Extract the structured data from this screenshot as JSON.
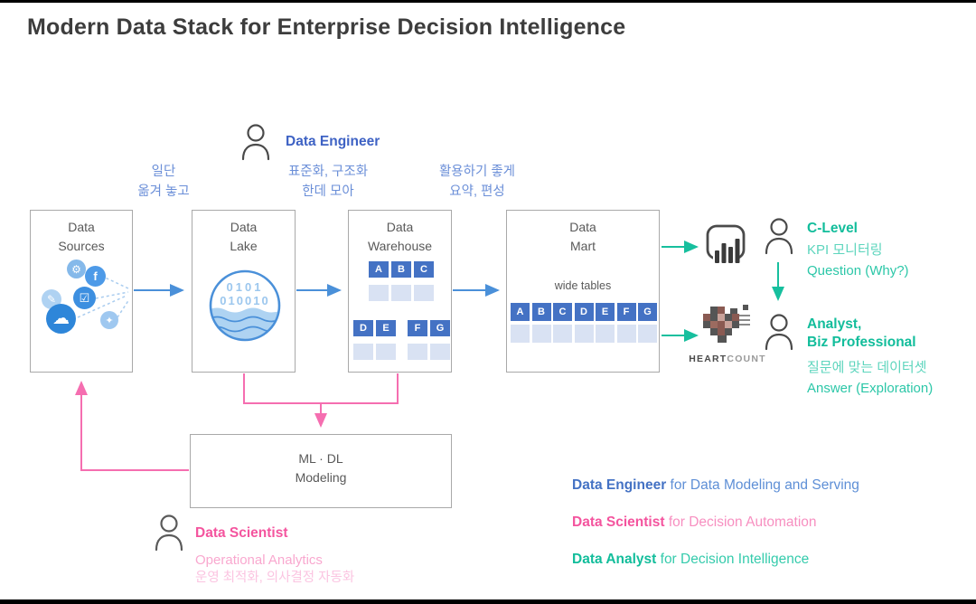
{
  "title": "Modern Data Stack for Enterprise Decision Intelligence",
  "colors": {
    "blue_accent": "#4472c4",
    "arrow_blue": "#4a90d9",
    "pink_accent": "#f4549e",
    "arrow_pink": "#f56eb0",
    "teal_accent": "#12bd9b",
    "arrow_teal": "#17bf9e",
    "header_cell": "#4472c4",
    "light_cell": "#d9e2f3",
    "box_border": "#a9a9a9"
  },
  "annotations": [
    {
      "line1": "일단",
      "line2": "옮겨 놓고"
    },
    {
      "line1": "표준화, 구조화",
      "line2": "한데 모아"
    },
    {
      "line1": "활용하기 좋게",
      "line2": "요약, 편성"
    }
  ],
  "boxes": {
    "data_sources": {
      "title1": "Data",
      "title2": "Sources"
    },
    "data_lake": {
      "title1": "Data",
      "title2": "Lake",
      "binary1": "0101",
      "binary2": "010010"
    },
    "data_warehouse": {
      "title1": "Data",
      "title2": "Warehouse",
      "t1": [
        "A",
        "B",
        "C"
      ],
      "t2": [
        "D",
        "E"
      ],
      "t3": [
        "F",
        "G"
      ]
    },
    "data_mart": {
      "title1": "Data",
      "title2": "Mart",
      "caption": "wide tables",
      "headers": [
        "A",
        "B",
        "C",
        "D",
        "E",
        "F",
        "G"
      ]
    },
    "ml_dl": {
      "title1": "ML · DL",
      "title2": "Modeling"
    }
  },
  "roles": {
    "data_engineer": {
      "label": "Data Engineer"
    },
    "c_level": {
      "label": "C-Level",
      "sub1": "KPI 모니터링",
      "sub2": "Question  (Why?)"
    },
    "analyst": {
      "label1": "Analyst,",
      "label2": "Biz Professional",
      "sub1": "질문에 맞는 데이터셋",
      "sub2": "Answer (Exploration)"
    },
    "data_scientist": {
      "label": "Data Scientist",
      "sub1": "Operational Analytics",
      "sub2": "운영 최적화, 의사결정 자동화"
    }
  },
  "tools": {
    "heartcount_part1": "HEART",
    "heartcount_part2": "COUNT"
  },
  "source_icon_glyphs": {
    "gear": "⚙",
    "facebook": "f",
    "checkbox": "☑",
    "pencil": "✎",
    "cloud": "☁",
    "bag": "✦"
  },
  "legend": [
    {
      "bold": "Data Engineer",
      "rest": " for Data Modeling and Serving"
    },
    {
      "bold": "Data Scientist",
      "rest": " for Decision Automation"
    },
    {
      "bold": "Data Analyst",
      "rest": " for Decision Intelligence"
    }
  ]
}
